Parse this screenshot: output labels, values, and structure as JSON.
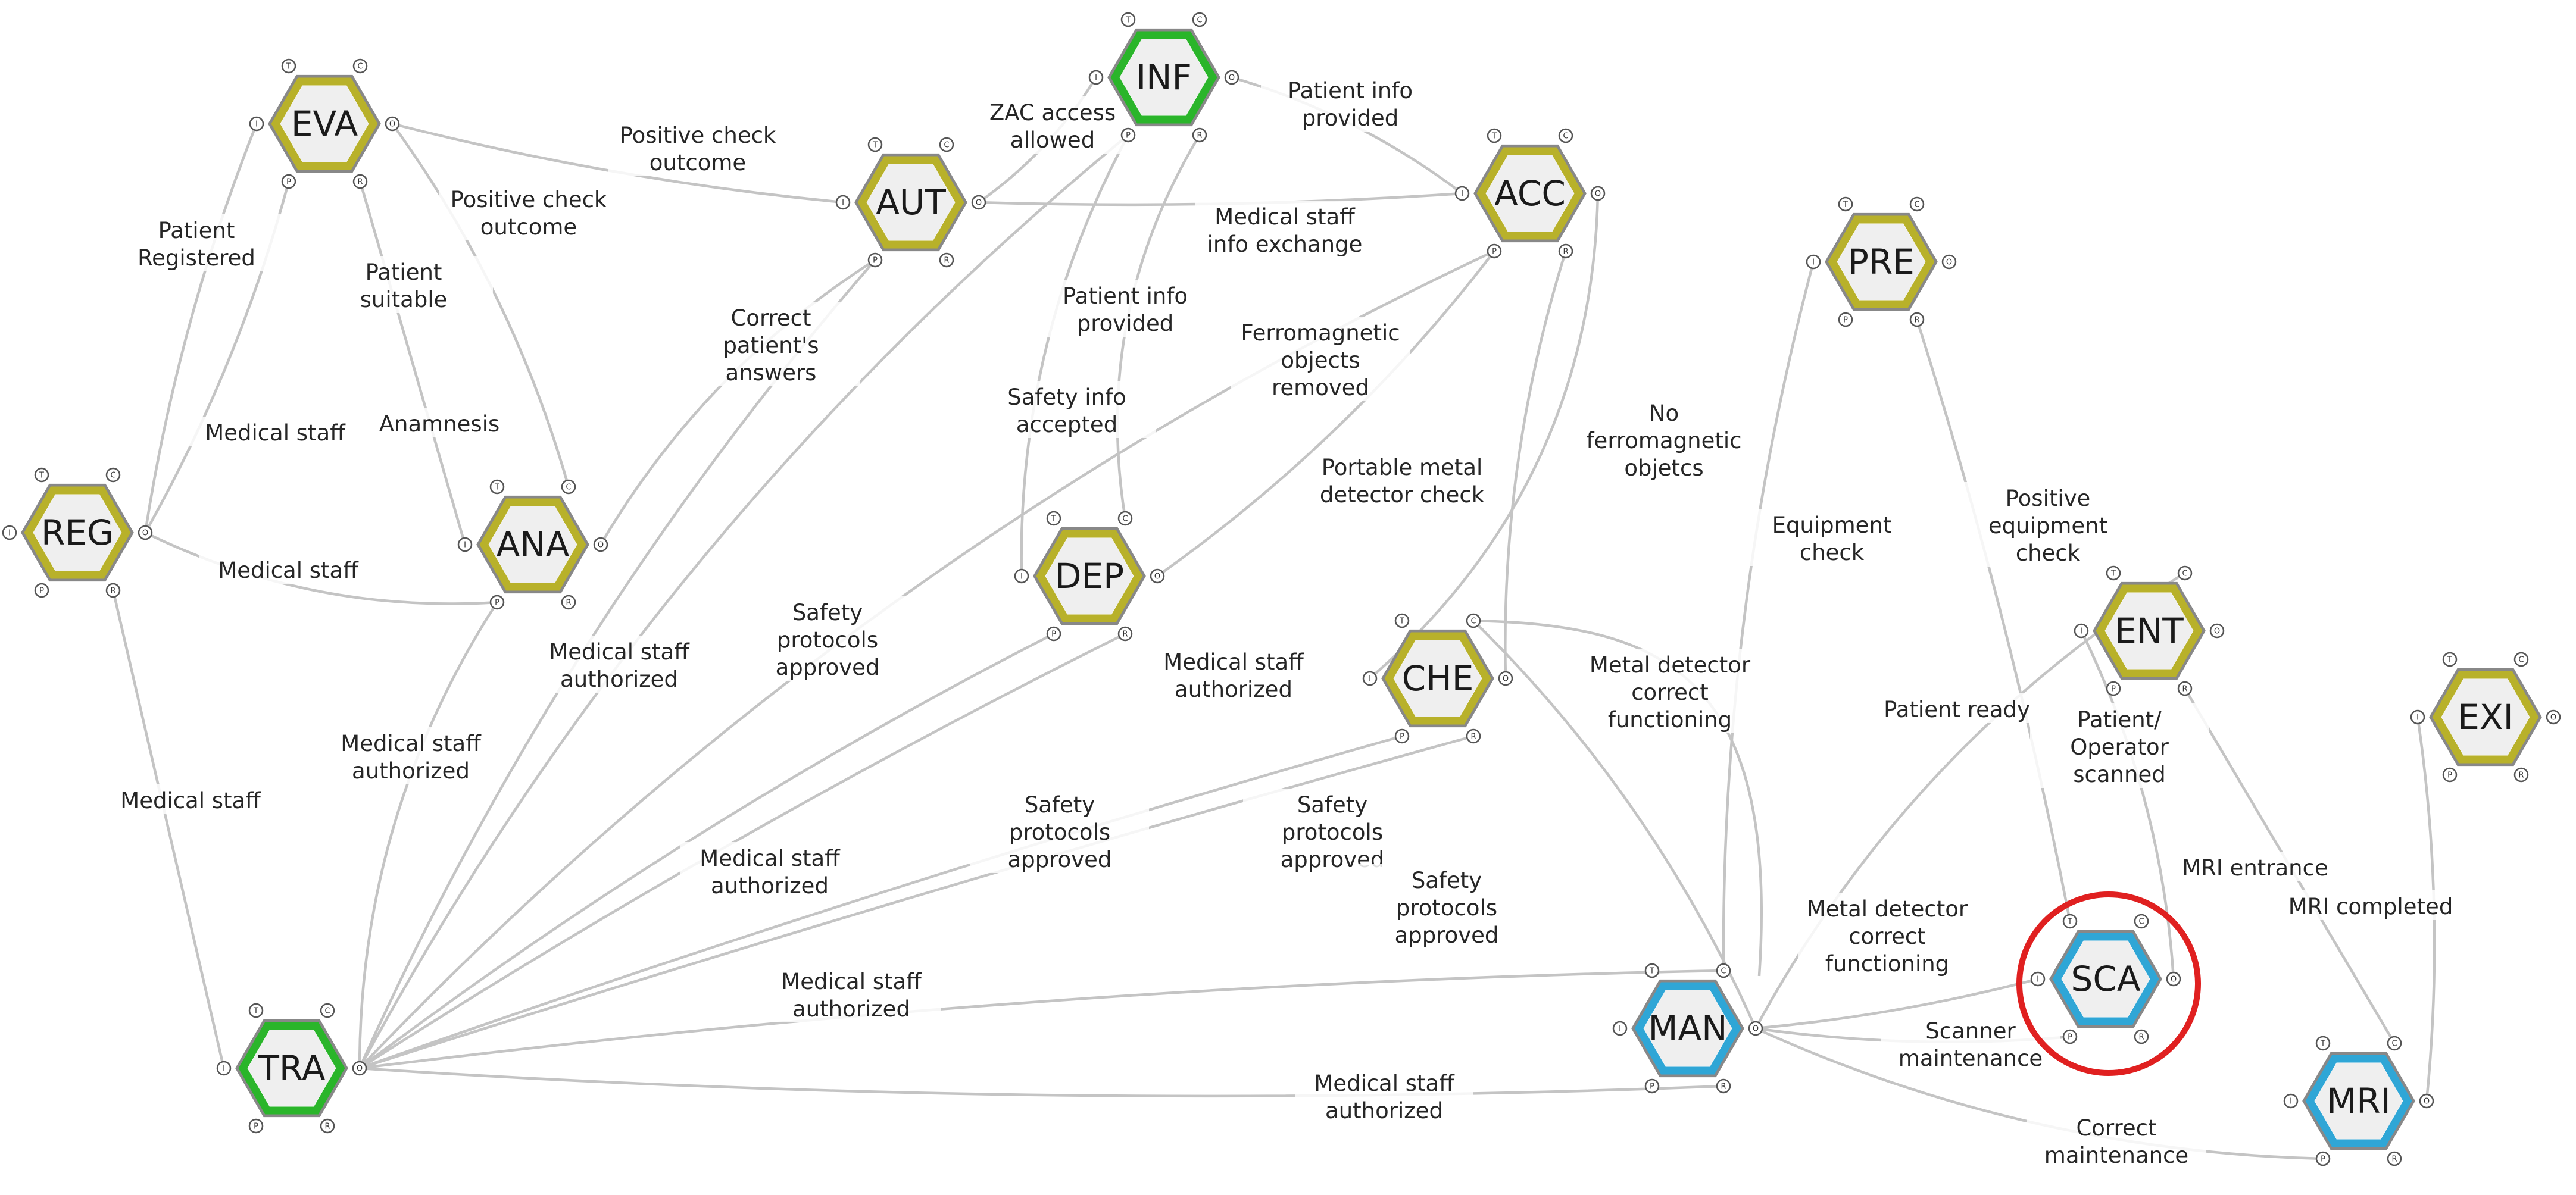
{
  "colors": {
    "yellow": "#b8b12a",
    "green": "#2ab52a",
    "blue": "#2fa6d6",
    "highlight": "#e02020",
    "edge": "#c4c4c4"
  },
  "port_letters": {
    "T": "T",
    "C": "C",
    "I": "I",
    "O": "O",
    "P": "P",
    "R": "R"
  },
  "nodes": [
    {
      "id": "REG",
      "label": "REG",
      "color": "yellow"
    },
    {
      "id": "EVA",
      "label": "EVA",
      "color": "yellow"
    },
    {
      "id": "ANA",
      "label": "ANA",
      "color": "yellow"
    },
    {
      "id": "AUT",
      "label": "AUT",
      "color": "yellow"
    },
    {
      "id": "INF",
      "label": "INF",
      "color": "green"
    },
    {
      "id": "ACC",
      "label": "ACC",
      "color": "yellow"
    },
    {
      "id": "PRE",
      "label": "PRE",
      "color": "yellow"
    },
    {
      "id": "DEP",
      "label": "DEP",
      "color": "yellow"
    },
    {
      "id": "CHE",
      "label": "CHE",
      "color": "yellow"
    },
    {
      "id": "ENT",
      "label": "ENT",
      "color": "yellow"
    },
    {
      "id": "EXI",
      "label": "EXI",
      "color": "yellow"
    },
    {
      "id": "TRA",
      "label": "TRA",
      "color": "green"
    },
    {
      "id": "MAN",
      "label": "MAN",
      "color": "blue"
    },
    {
      "id": "SCA",
      "label": "SCA",
      "color": "blue",
      "highlighted": true
    },
    {
      "id": "MRI",
      "label": "MRI",
      "color": "blue"
    }
  ],
  "edge_labels": [
    {
      "id": "patient-registered",
      "lines": [
        "Patient",
        "Registered"
      ]
    },
    {
      "id": "positive-check-outcome-eva-aut",
      "lines": [
        "Positive check",
        "outcome"
      ]
    },
    {
      "id": "positive-check-outcome-eva-ana",
      "lines": [
        "Positive check",
        "outcome"
      ]
    },
    {
      "id": "patient-suitable",
      "lines": [
        "Patient",
        "suitable"
      ]
    },
    {
      "id": "medical-staff-reg-eva",
      "lines": [
        "Medical staff"
      ]
    },
    {
      "id": "anamnesis",
      "lines": [
        "Anamnesis"
      ]
    },
    {
      "id": "medical-staff-reg-ana",
      "lines": [
        "Medical staff"
      ]
    },
    {
      "id": "medical-staff-reg-tra",
      "lines": [
        "Medical staff"
      ]
    },
    {
      "id": "zac-access-allowed",
      "lines": [
        "ZAC access",
        "allowed"
      ]
    },
    {
      "id": "patient-info-provided-inf-acc",
      "lines": [
        "Patient info",
        "provided"
      ]
    },
    {
      "id": "medical-staff-info-exchange",
      "lines": [
        "Medical staff",
        "info exchange"
      ]
    },
    {
      "id": "correct-patients-answers",
      "lines": [
        "Correct",
        "patient's",
        "answers"
      ]
    },
    {
      "id": "patient-info-provided-inf-dep",
      "lines": [
        "Patient info",
        "provided"
      ]
    },
    {
      "id": "safety-info-accepted",
      "lines": [
        "Safety info",
        "accepted"
      ]
    },
    {
      "id": "ferromagnetic-objects-removed",
      "lines": [
        "Ferromagnetic",
        "objects",
        "removed"
      ]
    },
    {
      "id": "portable-metal-detector-check",
      "lines": [
        "Portable metal",
        "detector check"
      ]
    },
    {
      "id": "no-ferromagnetic-objetcs",
      "lines": [
        "No",
        "ferromagnetic",
        "objetcs"
      ]
    },
    {
      "id": "equipment-check",
      "lines": [
        "Equipment",
        "check"
      ]
    },
    {
      "id": "positive-equipment-check",
      "lines": [
        "Positive",
        "equipment",
        "check"
      ]
    },
    {
      "id": "patient-ready",
      "lines": [
        "Patient ready"
      ]
    },
    {
      "id": "patient-operator-scanned",
      "lines": [
        "Patient/",
        "Operator",
        "scanned"
      ]
    },
    {
      "id": "mri-entrance",
      "lines": [
        "MRI entrance"
      ]
    },
    {
      "id": "mri-completed",
      "lines": [
        "MRI completed"
      ]
    },
    {
      "id": "medical-staff-authorized-tra-aut",
      "lines": [
        "Medical staff",
        "authorized"
      ]
    },
    {
      "id": "medical-staff-authorized-tra-ana",
      "lines": [
        "Medical staff",
        "authorized"
      ]
    },
    {
      "id": "safety-protocols-approved-tra-inf",
      "lines": [
        "Safety",
        "protocols",
        "approved"
      ]
    },
    {
      "id": "medical-staff-authorized-tra-acc",
      "lines": [
        "Medical staff",
        "authorized"
      ]
    },
    {
      "id": "metal-detector-correct-functioning-che",
      "lines": [
        "Metal detector",
        "correct",
        "functioning"
      ]
    },
    {
      "id": "medical-staff-authorized-tra-dep",
      "lines": [
        "Medical staff",
        "authorized"
      ]
    },
    {
      "id": "safety-protocols-approved-tra-dep",
      "lines": [
        "Safety",
        "protocols",
        "approved"
      ]
    },
    {
      "id": "safety-protocols-approved-tra-che",
      "lines": [
        "Safety",
        "protocols",
        "approved"
      ]
    },
    {
      "id": "safety-protocols-approved-tra-man",
      "lines": [
        "Safety",
        "protocols",
        "approved"
      ]
    },
    {
      "id": "medical-staff-authorized-tra-che",
      "lines": [
        "Medical staff",
        "authorized"
      ]
    },
    {
      "id": "metal-detector-correct-functioning-sca",
      "lines": [
        "Metal detector",
        "correct",
        "functioning"
      ]
    },
    {
      "id": "scanner-maintenance",
      "lines": [
        "Scanner",
        "maintenance"
      ]
    },
    {
      "id": "medical-staff-authorized-tra-man",
      "lines": [
        "Medical staff",
        "authorized"
      ]
    },
    {
      "id": "correct-maintenance",
      "lines": [
        "Correct",
        "maintenance"
      ]
    }
  ]
}
